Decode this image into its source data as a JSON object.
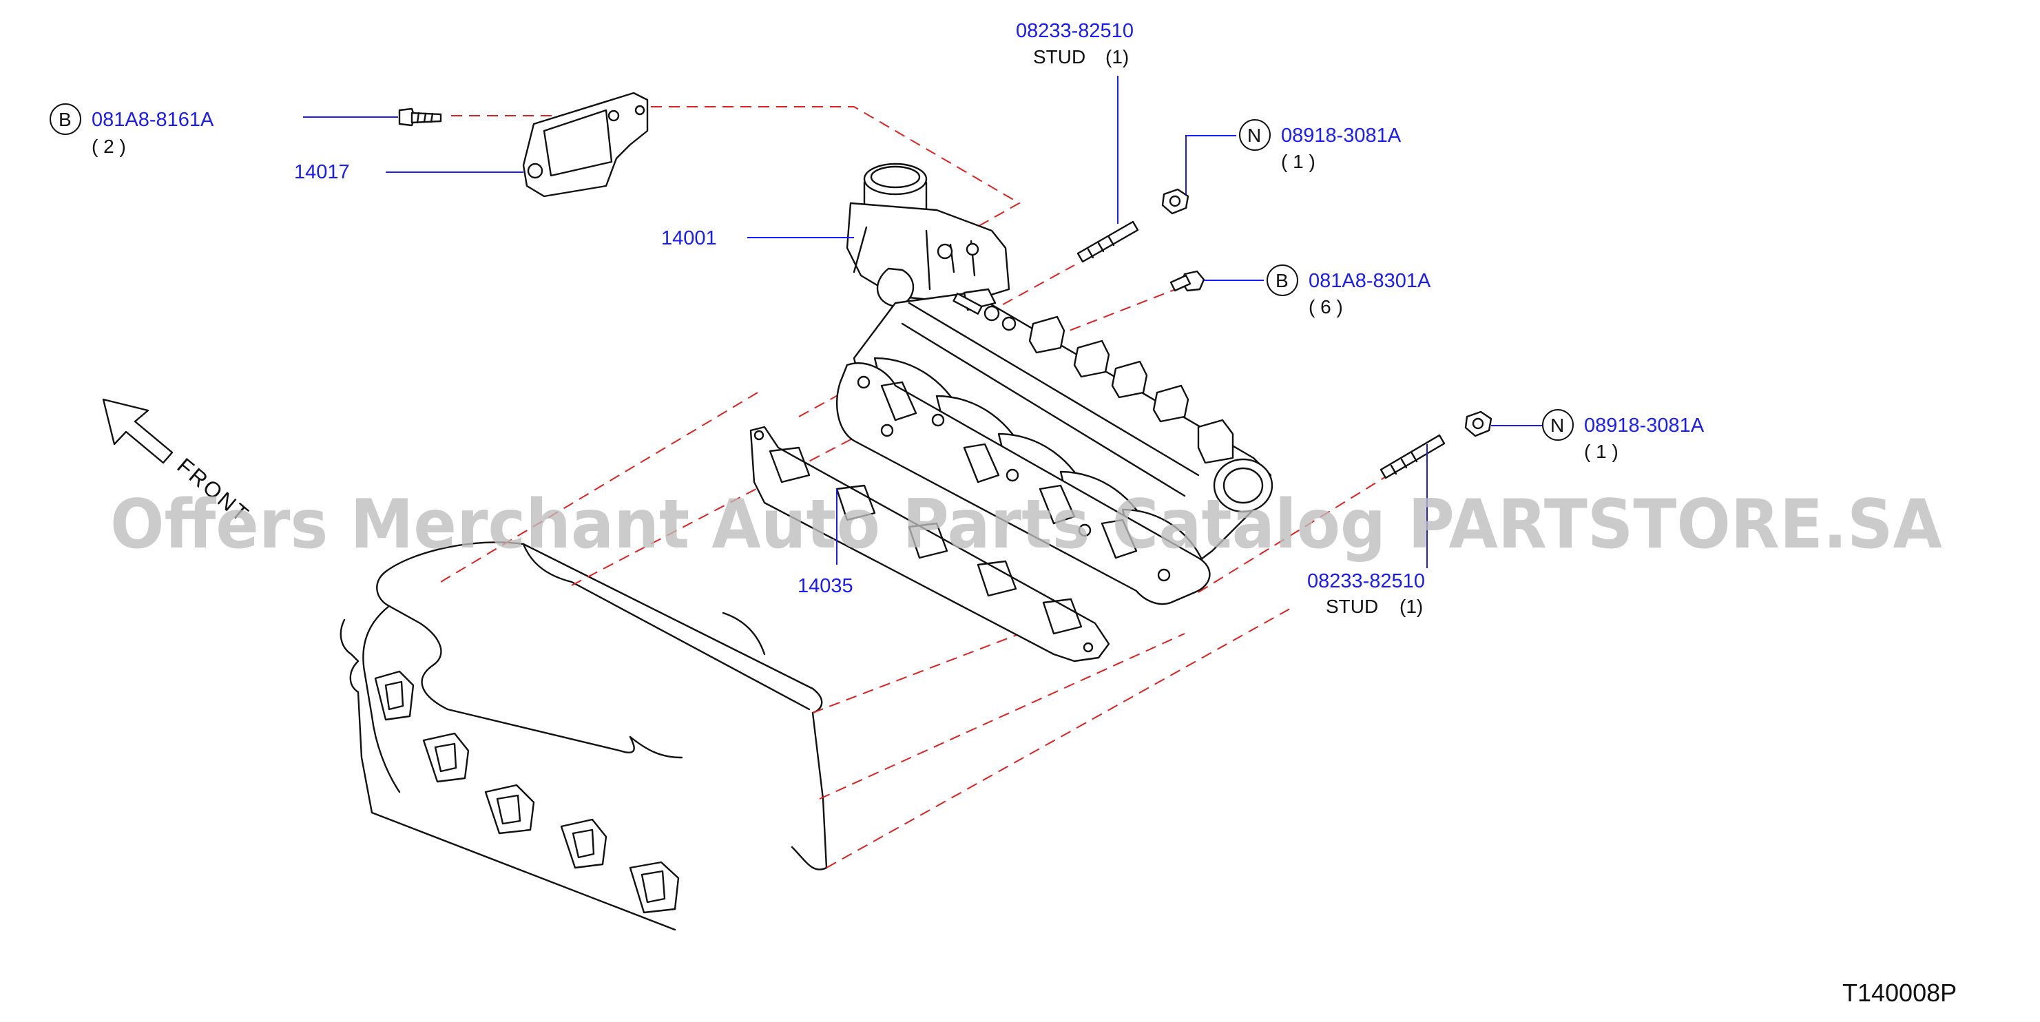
{
  "callouts": [
    {
      "id": "stud_top",
      "code": "08233-82510",
      "desc": "STUD",
      "qty": "(1)"
    },
    {
      "id": "bolt_left",
      "badge": "B",
      "code": "081A8-8161A",
      "qty": "( 2 )"
    },
    {
      "id": "nut_top",
      "badge": "N",
      "code": "08918-3081A",
      "qty": "( 1 )"
    },
    {
      "id": "bracket",
      "code": "14017"
    },
    {
      "id": "manifold",
      "code": "14001"
    },
    {
      "id": "bolt_right",
      "badge": "B",
      "code": "081A8-8301A",
      "qty": "( 6 )"
    },
    {
      "id": "nut_right",
      "badge": "N",
      "code": "08918-3081A",
      "qty": "( 1 )"
    },
    {
      "id": "stud_bottom",
      "code": "08233-82510",
      "desc": "STUD",
      "qty": "(1)"
    },
    {
      "id": "gasket",
      "code": "14035"
    }
  ],
  "front_label": "FRONT",
  "watermark": "Offers Merchant Auto Parts Catalog PARTSTORE.SA",
  "diagram_ref": "T140008P",
  "colors": {
    "callout": "#1a1aff",
    "dashed_line": "#e02020",
    "linework": "#111111",
    "watermark": "#bdbdbd"
  }
}
